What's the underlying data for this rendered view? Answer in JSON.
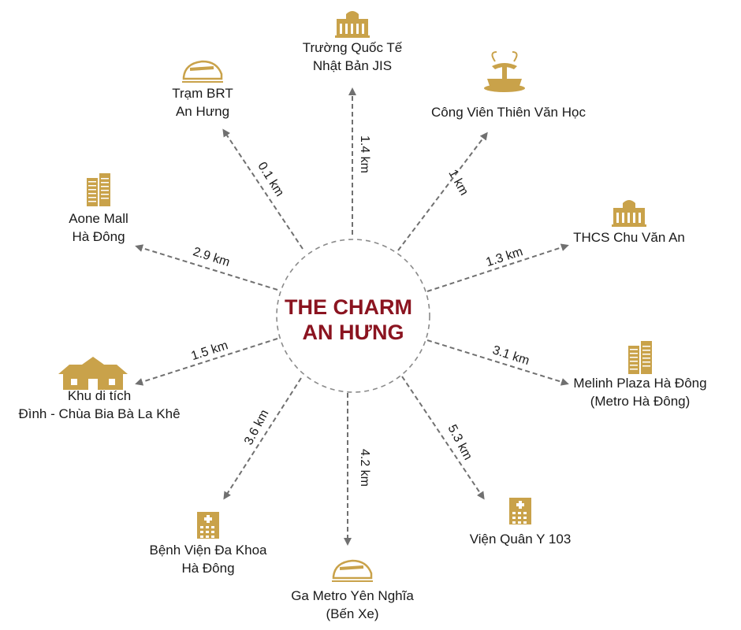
{
  "center": {
    "title_line1": "THE CHARM",
    "title_line2": "AN HƯNG"
  },
  "colors": {
    "title": "#8b1420",
    "icon_gold": "#c9a24a",
    "arrow": "#707070"
  },
  "destinations": [
    {
      "id": "school-jis",
      "icon": "school-building-icon",
      "lines": [
        "Trường Quốc Tế",
        "Nhật Bản JIS"
      ],
      "distance": "1.4 km"
    },
    {
      "id": "park",
      "icon": "fountain-icon",
      "lines": [
        "Công Viên Thiên Văn Học"
      ],
      "distance": "1 km"
    },
    {
      "id": "thcs",
      "icon": "school-building-icon",
      "lines": [
        "THCS Chu Văn An"
      ],
      "distance": "1.3 km"
    },
    {
      "id": "melinh",
      "icon": "skyscraper-icon",
      "lines": [
        "Melinh Plaza Hà Đông",
        "(Metro Hà Đông)"
      ],
      "distance": "3.1 km"
    },
    {
      "id": "vien-quan-y",
      "icon": "hospital-icon",
      "lines": [
        "Viện Quân Y 103"
      ],
      "distance": "5.3 km"
    },
    {
      "id": "ga-metro",
      "icon": "train-icon",
      "lines": [
        "Ga Metro Yên Nghĩa",
        "(Bến Xe)"
      ],
      "distance": "4.2 km"
    },
    {
      "id": "benh-vien",
      "icon": "hospital-icon",
      "lines": [
        "Bệnh Viện Đa Khoa",
        "Hà Đông"
      ],
      "distance": "3.6 km"
    },
    {
      "id": "khu-di-tich",
      "icon": "pagoda-icon",
      "lines": [
        "Khu di tích",
        "Đình - Chùa Bia Bà La Khê"
      ],
      "distance": "1.5 km"
    },
    {
      "id": "aone-mall",
      "icon": "skyscraper-icon",
      "lines": [
        "Aone Mall",
        "Hà Đông"
      ],
      "distance": "2.9 km"
    },
    {
      "id": "tram-brt",
      "icon": "train-icon",
      "lines": [
        "Trạm BRT",
        "An Hưng"
      ],
      "distance": "0.1 km"
    }
  ]
}
